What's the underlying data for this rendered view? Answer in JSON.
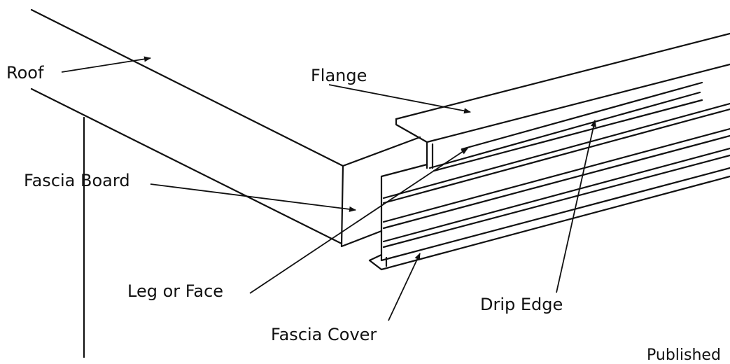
{
  "labels": {
    "roof": "Roof",
    "flange": "Flange",
    "fascia_board": "Fascia Board",
    "leg_or_face": "Leg or Face",
    "drip_edge": "Drip Edge",
    "fascia_cover": "Fascia Cover"
  },
  "footer_text": "Published",
  "colors": {
    "line": "#111111",
    "background": "#ffffff"
  }
}
